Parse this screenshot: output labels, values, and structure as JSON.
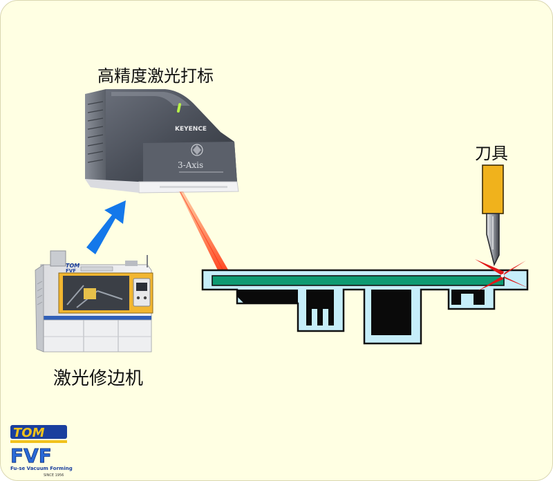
{
  "labels": {
    "laser_marker": "高精度激光打标",
    "knife": "刀具",
    "laser_trimmer": "激光修边机"
  },
  "marker_device": {
    "brand_text": "KEYENCE",
    "model_text": "3-Axis"
  },
  "trimmer_device": {
    "badge_text": "TOM",
    "brand_text": "FVF"
  },
  "logo": {
    "top": "TOM",
    "bottom": "FVF",
    "tagline": "Fu-se Vacuum Forming",
    "since": "SINCE 1956"
  },
  "colors": {
    "background": "#ffffe3",
    "arrow": "#1478ea",
    "sheet_green": "#0e9a72",
    "mold_fill": "#c6eefa",
    "cavity": "#0a0a0a",
    "laser_beam": "#ff4a1c",
    "knife_handle": "#f0b21c",
    "spark": "#e01818"
  }
}
